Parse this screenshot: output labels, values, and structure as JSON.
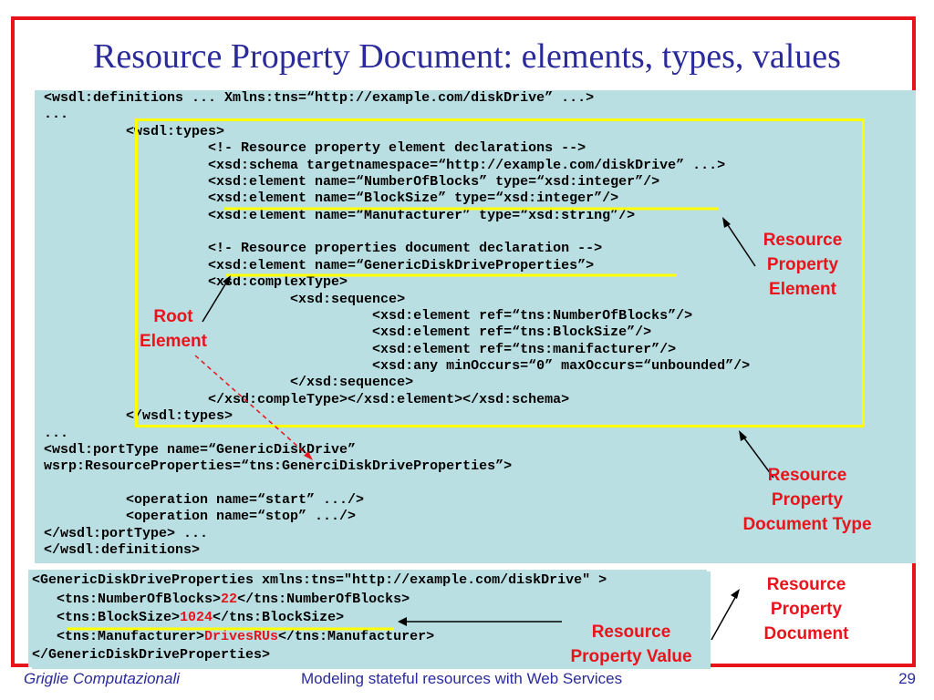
{
  "slide": {
    "title": "Resource Property Document: elements, types, values",
    "schema_lines": [
      "<wsdl:definitions ... Xmlns:tns=“http://example.com/diskDrive” ...>",
      "...",
      "          <wsdl:types>",
      "                    <!- Resource property element declarations -->",
      "                    <xsd:schema targetnamespace=“http://example.com/diskDrive” ...>",
      "                    <xsd:element name=“NumberOfBlocks” type=“xsd:integer”/>",
      "                    <xsd:element name=“BlockSize” type=“xsd:integer”/>",
      "                    <xsd:element name=“Manufacturer” type=“xsd:string”/>",
      "",
      "                    <!- Resource properties document declaration -->",
      "                    <xsd:element name=“GenericDiskDriveProperties”>",
      "                    <xsd:complexType>",
      "                              <xsd:sequence>",
      "                                        <xsd:element ref=“tns:NumberOfBlocks”/>",
      "                                        <xsd:element ref=“tns:BlockSize”/>",
      "                                        <xsd:element ref=“tns:manifacturer”/>",
      "                                        <xsd:any minOccurs=“0” maxOccurs=“unbounded”/>",
      "                              </xsd:sequence>",
      "                    </xsd:compleType></xsd:element></xsd:schema>",
      "          </wsdl:types>",
      "...",
      "<wsdl:portType name=“GenericDiskDrive”",
      "wsrp:ResourceProperties=“tns:GenerciDiskDriveProperties”>",
      "",
      "          <operation name=“start” .../>",
      "          <operation name=“stop” .../>",
      "</wsdl:portType> ...",
      "</wsdl:definitions>"
    ],
    "document": {
      "line1": "<GenericDiskDriveProperties xmlns:tns=\"http://example.com/diskDrive\" >",
      "nob_open": "   <tns:NumberOfBlocks>",
      "nob_value": "22",
      "nob_close": "</tns:NumberOfBlocks>",
      "bs_open": "   <tns:BlockSize>",
      "bs_value": "1024",
      "bs_close": "</tns:BlockSize>",
      "mf_open": "   <tns:Manufacturer>",
      "mf_value": "DrivesRUs",
      "mf_close": "</tns:Manufacturer>",
      "line5": "</GenericDiskDriveProperties>"
    },
    "labels": {
      "root_element": [
        "Root",
        "Element"
      ],
      "rp_element": [
        "Resource",
        "Property",
        "Element"
      ],
      "rp_document_type": [
        "Resource",
        "Property",
        "Document Type"
      ],
      "rp_document": [
        "Resource",
        "Property",
        "Document"
      ],
      "rp_value": [
        "Resource",
        "Property Value"
      ]
    },
    "footer": {
      "left": "Griglie Computazionali",
      "center": "Modeling stateful resources with Web Services",
      "page": "29"
    },
    "colors": {
      "frame": "#e8141c",
      "title": "#2a2a9a",
      "code_bg": "#b9dfe3",
      "highlight_box": "#ffff00",
      "label": "#e8141c"
    }
  }
}
